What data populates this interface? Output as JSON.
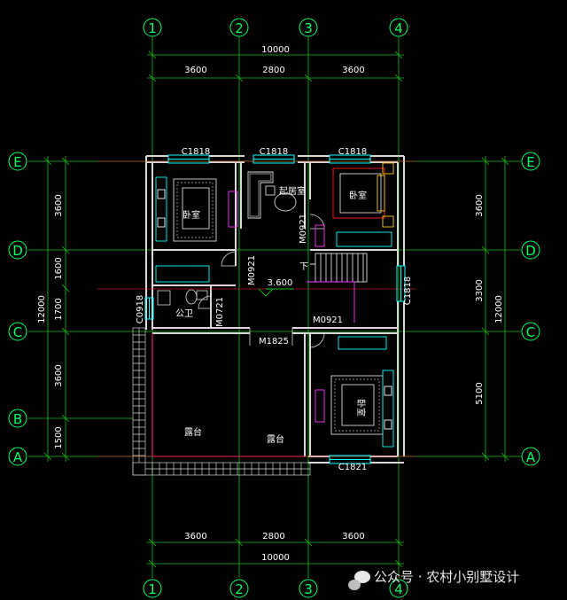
{
  "grid": {
    "cols": [
      "1",
      "2",
      "3",
      "4"
    ],
    "rows": [
      "A",
      "B",
      "C",
      "D",
      "E"
    ]
  },
  "dims": {
    "top_total": "10000",
    "top_spans": [
      "3600",
      "2800",
      "3600"
    ],
    "bottom_total": "10000",
    "bottom_spans": [
      "3600",
      "2800",
      "3600"
    ],
    "left_total": "12000",
    "left_spans": [
      "3600",
      "1600",
      "1700",
      "3600",
      "1500"
    ],
    "right_total": "12000",
    "right_spans": [
      "3600",
      "3300",
      "5100"
    ]
  },
  "windows": {
    "c1818_a": "C1818",
    "c1818_b": "C1818",
    "c1818_c": "C1818",
    "c1818_right": "C1818",
    "c0918": "C0918",
    "c1821": "C1821"
  },
  "doors": {
    "m0921_a": "M0921",
    "m0921_b": "M0921",
    "m0921_c": "M0921",
    "m0721": "M0721",
    "m1825": "M1825"
  },
  "rooms": {
    "bedroom_nw": "卧室",
    "living": "起居室",
    "bedroom_ne": "卧室",
    "bath": "公卫",
    "bedroom_se": "卧室",
    "terrace_1": "露台",
    "terrace_2": "露台"
  },
  "level": "3.600",
  "stair_down": "下",
  "watermark": "公众号 · 农村小别墅设计",
  "colors": {
    "grid": "#19c219",
    "bubble": "#00ff66",
    "wall": "#d8d8d8",
    "window": "#00ffff",
    "furniture": "#ff33ff",
    "red": "#ff2020"
  }
}
